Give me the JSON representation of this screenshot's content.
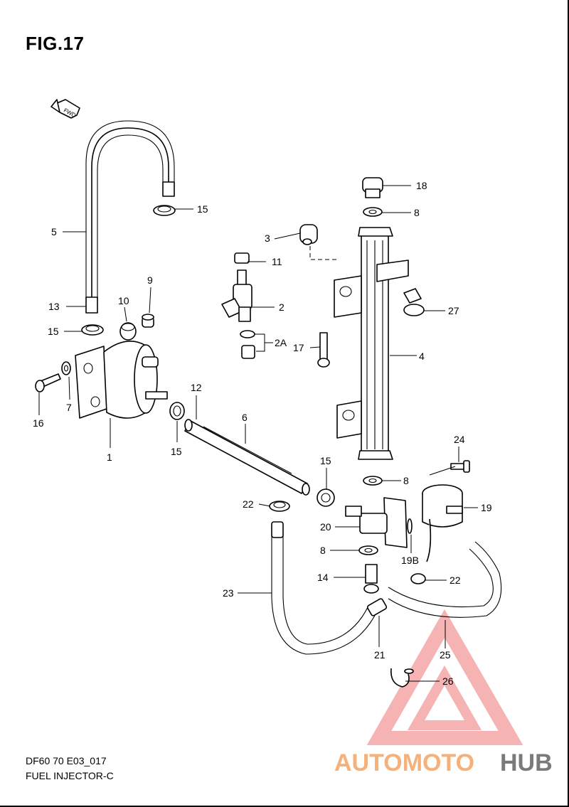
{
  "title": "FIG.17",
  "footer": {
    "code": "DF60 70 E03_017",
    "name": "FUEL INJECTOR-C"
  },
  "fwd_label": "FWD",
  "watermark": {
    "text_part1": "AUTOMOTO",
    "text_part2": "HUB",
    "color_orange": "#f6b07a",
    "color_red": "#f08a8a",
    "color_gray": "#7a7a7a"
  },
  "callouts": {
    "c1": "1",
    "c2": "2",
    "c2a": "2A",
    "c3": "3",
    "c4": "4",
    "c5": "5",
    "c6": "6",
    "c7": "7",
    "c8a": "8",
    "c8b": "8",
    "c8c": "8",
    "c9": "9",
    "c10": "10",
    "c11": "11",
    "c12": "12",
    "c13": "13",
    "c14": "14",
    "c15a": "15",
    "c15b": "15",
    "c15c": "15",
    "c15d": "15",
    "c16": "16",
    "c17": "17",
    "c18": "18",
    "c19": "19",
    "c19b": "19B",
    "c20": "20",
    "c21": "21",
    "c22a": "22",
    "c22b": "22",
    "c23": "23",
    "c24": "24",
    "c25": "25",
    "c26": "26",
    "c27": "27"
  }
}
